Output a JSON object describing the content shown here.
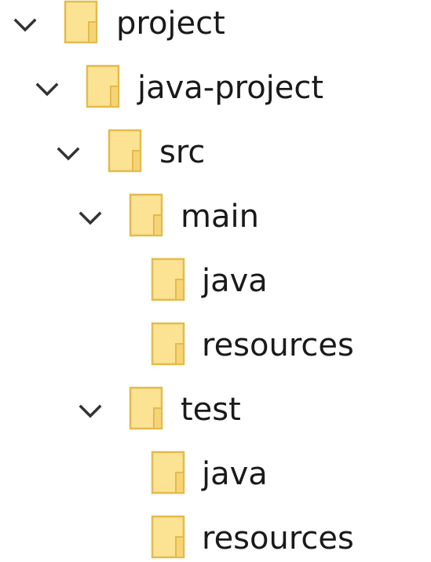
{
  "tree": {
    "items": [
      {
        "label": "project",
        "expanded": true,
        "icon": "folder-icon"
      },
      {
        "label": "java-project",
        "expanded": true,
        "icon": "folder-icon"
      },
      {
        "label": "src",
        "expanded": true,
        "icon": "folder-icon"
      },
      {
        "label": "main",
        "expanded": true,
        "icon": "folder-icon"
      },
      {
        "label": "java",
        "expanded": false,
        "icon": "folder-icon"
      },
      {
        "label": "resources",
        "expanded": false,
        "icon": "folder-icon"
      },
      {
        "label": "test",
        "expanded": true,
        "icon": "folder-icon"
      },
      {
        "label": "java",
        "expanded": false,
        "icon": "folder-icon"
      },
      {
        "label": "resources",
        "expanded": false,
        "icon": "folder-icon"
      }
    ]
  },
  "colors": {
    "folder_fill": "#FCE293",
    "folder_border": "#E3BB4C",
    "chevron": "#333333"
  }
}
